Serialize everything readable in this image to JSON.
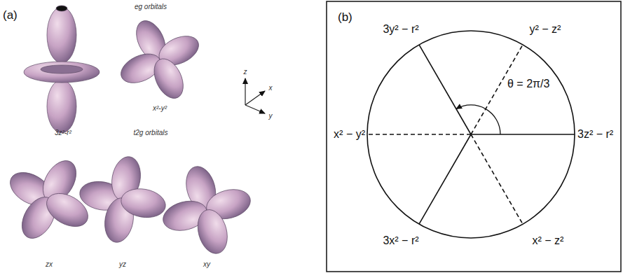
{
  "diagram": {
    "labels": [
      "(a)",
      "eg orbitals",
      "3z²-r²",
      "x²-y²",
      "z",
      "x",
      "y",
      "t2g orbitals",
      "zx",
      "yz",
      "xy",
      "(b)",
      "3y² − r²",
      "y² − z²",
      "x² − y²",
      "3z² − r²",
      "3x² − r²",
      "x² − z²",
      "θ = 2π/3"
    ]
  }
}
